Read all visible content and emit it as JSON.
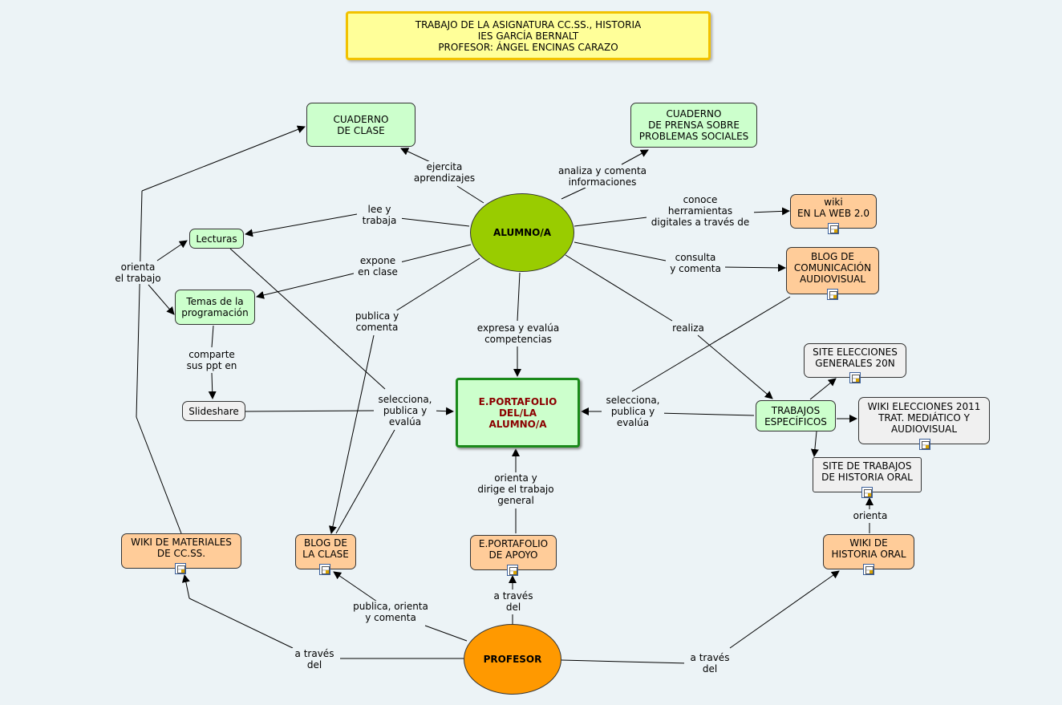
{
  "title": {
    "line1": "TRABAJO DE LA ASIGNATURA CC.SS., HISTORIA",
    "line2": "IES GARCÍA BERNALT",
    "line3": "PROFESOR: ÁNGEL ENCINAS CARAZO"
  },
  "nodes": {
    "cuaderno_clase": "CUADERNO\nDE CLASE",
    "cuaderno_prensa": "CUADERNO\nDE PRENSA SOBRE\nPROBLEMAS SOCIALES",
    "alumno": "ALUMNO/A",
    "lecturas": "Lecturas",
    "temas": "Temas de la\nprogramación",
    "slideshare": "Slideshare",
    "eportafolio": "E.PORTAFOLIO\nDEL/LA\nALUMNO/A",
    "wiki_web": "wiki\nEN LA WEB 2.0",
    "blog_comunicacion": "BLOG DE\nCOMUNICACIÓN\nAUDIOVISUAL",
    "site_elecciones": "SITE ELECCIONES\nGENERALES 20N",
    "trabajos": "TRABAJOS\nESPECÍFICOS",
    "wiki_elecciones": "WIKI ELECCIONES 2011\nTRAT. MEDIÁTICO Y\nAUDIOVISUAL",
    "site_trabajos": "SITE DE TRABAJOS\nDE HISTORIA ORAL",
    "wiki_materiales": "WIKI DE MATERIALES\nDE CC.SS.",
    "blog_clase": "BLOG DE\nLA CLASE",
    "eportafolio_apoyo": "E.PORTAFOLIO\nDE APOYO",
    "wiki_historia": "WIKI DE\nHISTORIA ORAL",
    "profesor": "PROFESOR"
  },
  "labels": {
    "ejercita": "ejercita\naprendizajes",
    "analiza": "analiza y comenta\ninformaciones",
    "lee": "lee y\ntrabaja",
    "conoce": "conoce\nherramientas\ndigitales a través de",
    "orienta_trabajo": "orienta\nel trabajo",
    "expone": "expone\nen clase",
    "consulta": "consulta\ny comenta",
    "publica_comenta": "publica y\ncomenta",
    "expresa": "expresa y evalúa\ncompetencias",
    "realiza": "realiza",
    "comparte": "comparte\nsus ppt en",
    "selecciona_izq": "selecciona,\npublica y\nevalúa",
    "selecciona_der": "selecciona,\npublica y\nevalúa",
    "orienta_dirige": "orienta y\ndirige el trabajo\ngeneral",
    "orienta": "orienta",
    "a_traves_apoyo": "a través\ndel",
    "publica_orienta": "publica, orienta\ny comenta",
    "a_traves_izq": "a través\ndel",
    "a_traves_der": "a través\ndel"
  },
  "colors": {
    "node_green": "#ccffcc",
    "node_orange": "#ffcc99",
    "node_gray": "#f0f0f0",
    "alumno_fill": "#99cc00",
    "profesor_fill": "#ff9900",
    "title_fill": "#ffff99",
    "title_border": "#f2c200",
    "central_border": "#1a8a1a",
    "central_text": "#8b0000",
    "background": "#ecf3f6"
  },
  "icons": [
    "resource-link-icon"
  ]
}
